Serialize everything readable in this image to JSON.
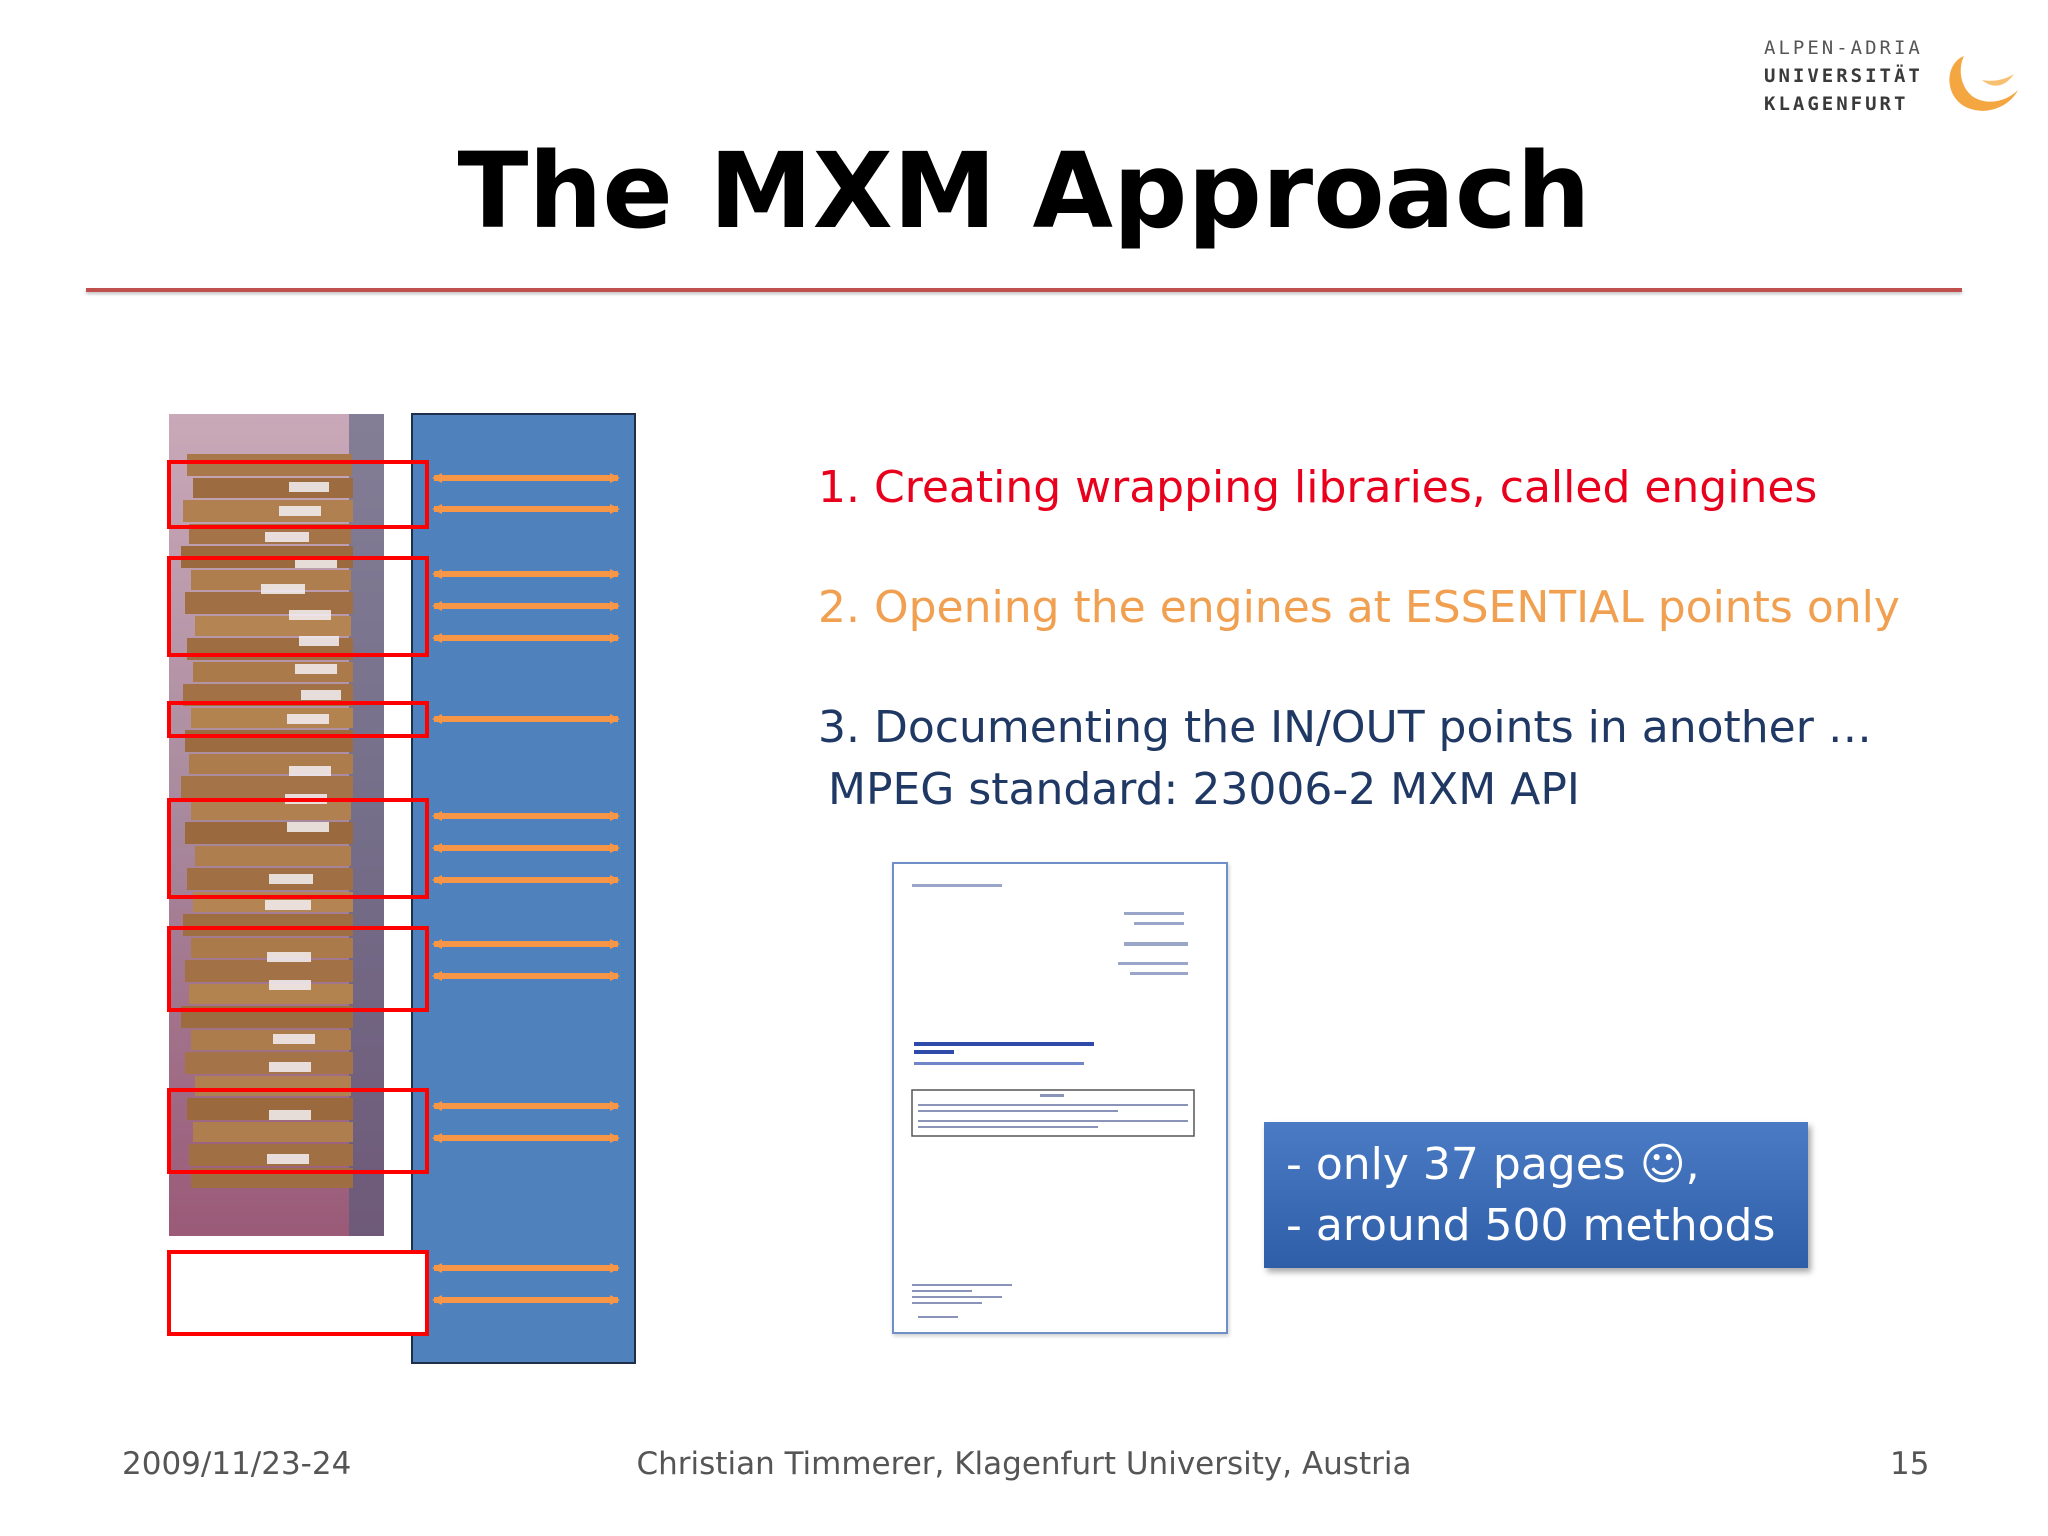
{
  "slide": {
    "title": "The MXM Approach",
    "items": [
      {
        "text": "1. Creating wrapping libraries, called engines",
        "color": "#e8001c"
      },
      {
        "text": "2. Opening the engines at ESSENTIAL points only",
        "color": "#f0a050"
      },
      {
        "text": "3. Documenting the IN/OUT points in another …",
        "color": "#1f3864"
      },
      {
        "text": "MPEG standard: 23006-2 MXM API",
        "color": "#1f3864"
      }
    ],
    "callout": {
      "line1": "- only 37 pages ☺,",
      "line2": "- around 500 methods"
    }
  },
  "logo": {
    "line1": "ALPEN-ADRIA",
    "line2": "UNIVERSITÄT",
    "line3": "KLAGENFURT"
  },
  "footer": {
    "date": "2009/11/23-24",
    "author": "Christian Timmerer, Klagenfurt University, Austria",
    "page": "15"
  },
  "colors": {
    "accent_rule": "#c0504d",
    "panel_blue": "#4f81bd",
    "arrow_orange": "#f79646",
    "box_red": "#ff0000"
  }
}
